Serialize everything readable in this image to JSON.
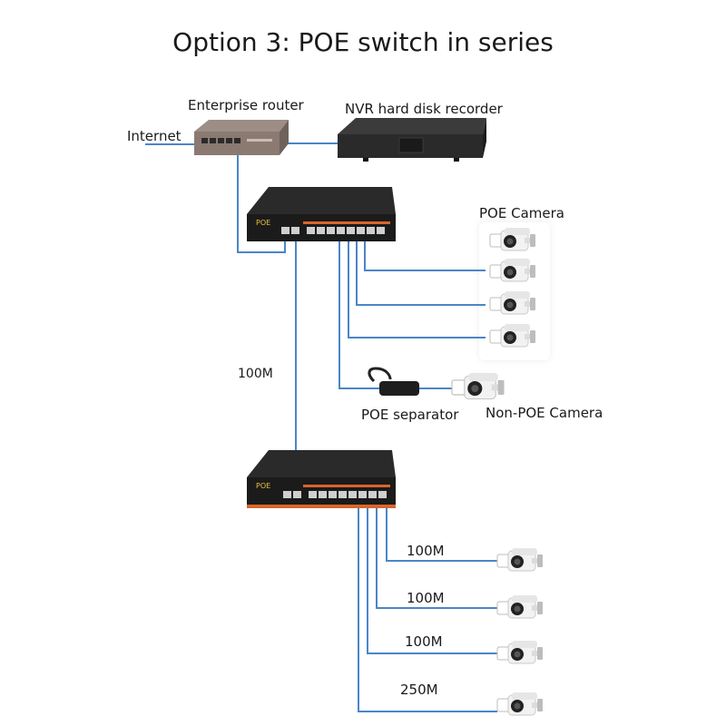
{
  "title": "Option 3: POE switch in series",
  "labels": {
    "enterprise_router": "Enterprise router",
    "nvr": "NVR hard disk recorder",
    "internet": "Internet",
    "poe_camera": "POE Camera",
    "uplink_speed": "100M",
    "poe_separator": "POE separator",
    "non_poe_camera": "Non-POE Camera",
    "branch_1": "100M",
    "branch_2": "100M",
    "branch_3": "100M",
    "branch_4": "250M"
  },
  "switch_label": "POE",
  "colors": {
    "cable": "#4a86c8",
    "switch_body": "#1b1b1b",
    "port_strip": "#d9662b",
    "router_body": "#8a7a72",
    "nvr_body": "#2a2a2a"
  }
}
